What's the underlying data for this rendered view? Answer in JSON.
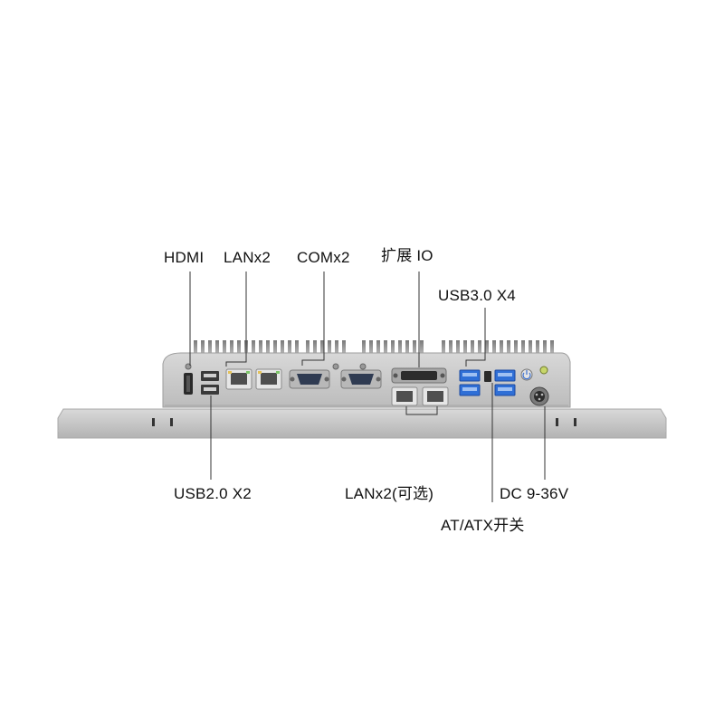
{
  "labels": {
    "hdmi": "HDMI",
    "lan_top": "LANx2",
    "com": "COMx2",
    "expansion_io": "扩展 IO",
    "usb3": "USB3.0 X4",
    "usb2": "USB2.0 X2",
    "lan_optional": "LANx2(可选)",
    "dc": "DC 9-36V",
    "atx": "AT/ATX开关"
  },
  "colors": {
    "label_text": "#111111",
    "leader_line": "#333333",
    "chassis": "#c9c9c9",
    "usb3_port": "#2f6fd6",
    "rj45_port": "#5a5a5a"
  }
}
